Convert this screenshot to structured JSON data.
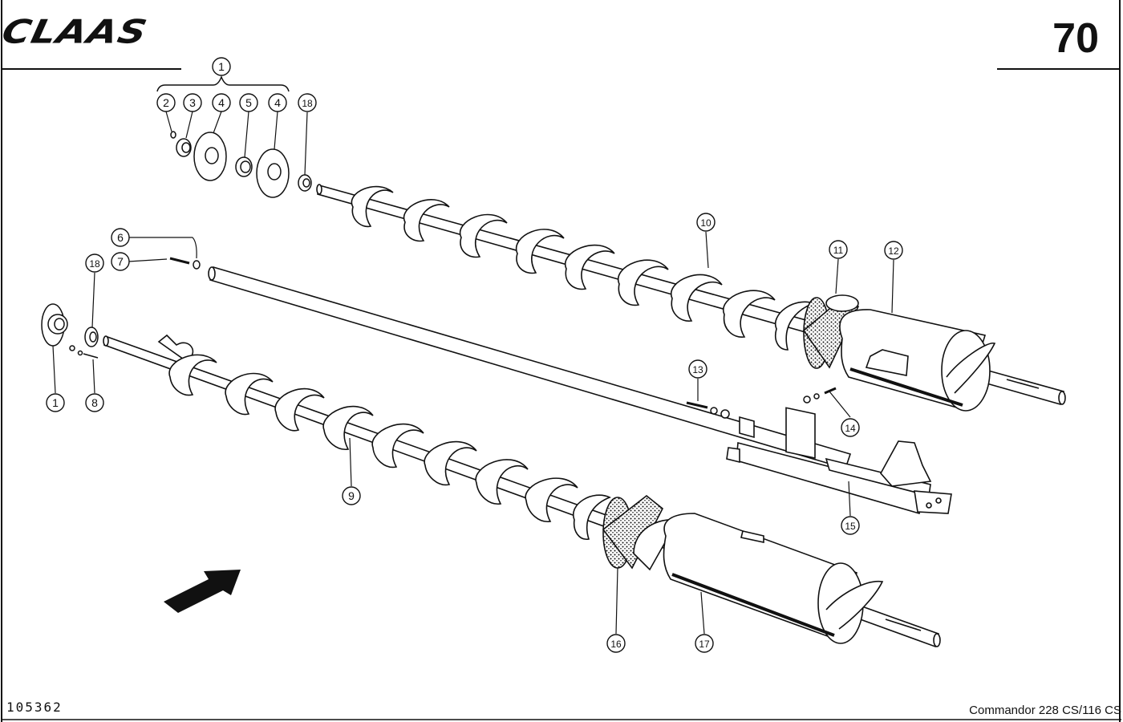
{
  "header": {
    "brand": "CLAAS",
    "page_number": "70"
  },
  "footer": {
    "doc_id": "105362",
    "model": "Commandor 228 CS/116 CS"
  },
  "callouts": [
    {
      "label": "1"
    },
    {
      "label": "2"
    },
    {
      "label": "3"
    },
    {
      "label": "4"
    },
    {
      "label": "5"
    },
    {
      "label": "4"
    },
    {
      "label": "18"
    },
    {
      "label": "6"
    },
    {
      "label": "7"
    },
    {
      "label": "18"
    },
    {
      "label": "1"
    },
    {
      "label": "8"
    },
    {
      "label": "9"
    },
    {
      "label": "10"
    },
    {
      "label": "11"
    },
    {
      "label": "12"
    },
    {
      "label": "13"
    },
    {
      "label": "14"
    },
    {
      "label": "15"
    },
    {
      "label": "16"
    },
    {
      "label": "17"
    }
  ],
  "colors": {
    "ink": "#111111",
    "paper": "#ffffff"
  }
}
